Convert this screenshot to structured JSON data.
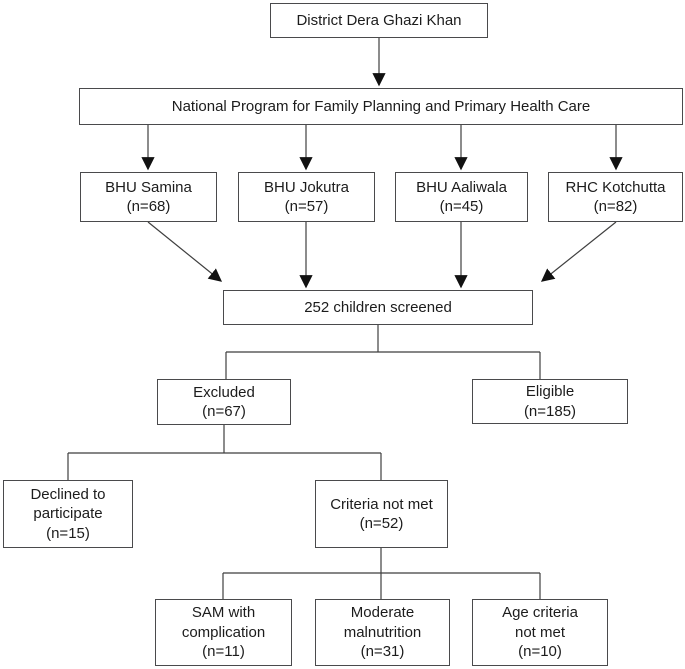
{
  "diagram": {
    "type": "flowchart",
    "nodes": {
      "district": {
        "label": "District Dera Ghazi Khan"
      },
      "program": {
        "label": "National Program for Family Planning and Primary Health Care"
      },
      "samina": {
        "label": "BHU Samina\n(n=68)"
      },
      "jokutra": {
        "label": "BHU Jokutra\n(n=57)"
      },
      "aaliwala": {
        "label": "BHU Aaliwala\n(n=45)"
      },
      "kotchutta": {
        "label": "RHC Kotchutta\n(n=82)"
      },
      "screened": {
        "label": "252 children screened"
      },
      "excluded": {
        "label": "Excluded\n(n=67)"
      },
      "eligible": {
        "label": "Eligible\n(n=185)"
      },
      "declined": {
        "label": "Declined to\nparticipate\n(n=15)"
      },
      "criteria": {
        "label": "Criteria not met\n(n=52)"
      },
      "sam": {
        "label": "SAM with\ncomplication\n(n=11)"
      },
      "moderate": {
        "label": "Moderate\nmalnutrition\n(n=31)"
      },
      "age": {
        "label": "Age criteria\nnot met\n(n=10)"
      }
    },
    "edges": [
      "district -> program",
      "program -> samina",
      "program -> jokutra",
      "program -> aaliwala",
      "program -> kotchutta",
      "samina -> screened",
      "jokutra -> screened",
      "aaliwala -> screened",
      "kotchutta -> screened",
      "screened -> excluded",
      "screened -> eligible",
      "excluded -> declined",
      "excluded -> criteria",
      "criteria -> sam",
      "criteria -> moderate",
      "criteria -> age"
    ],
    "colors": {
      "line": "#3f3f3f",
      "arrowhead": "#111111",
      "box_border": "#4a4a4c",
      "text": "#1c1c1c",
      "background": "#ffffff"
    }
  }
}
